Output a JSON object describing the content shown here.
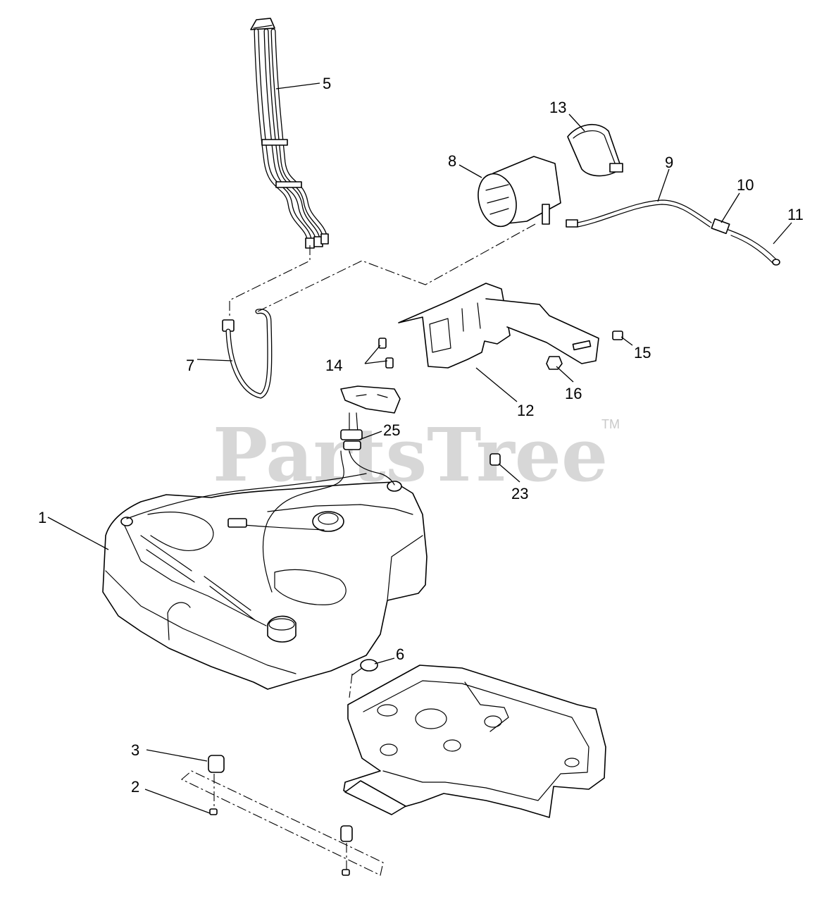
{
  "watermark": {
    "brand": "PartsTree",
    "trademark": "TM"
  },
  "callouts": {
    "c1": "1",
    "c2": "2",
    "c3": "3",
    "c5": "5",
    "c6": "6",
    "c7": "7",
    "c8": "8",
    "c9": "9",
    "c10": "10",
    "c11": "11",
    "c12": "12",
    "c13": "13",
    "c14": "14",
    "c15": "15",
    "c16": "16",
    "c23": "23",
    "c25": "25"
  },
  "colors": {
    "line": "#000000",
    "background": "#ffffff",
    "watermark": "#c9c9c9"
  }
}
